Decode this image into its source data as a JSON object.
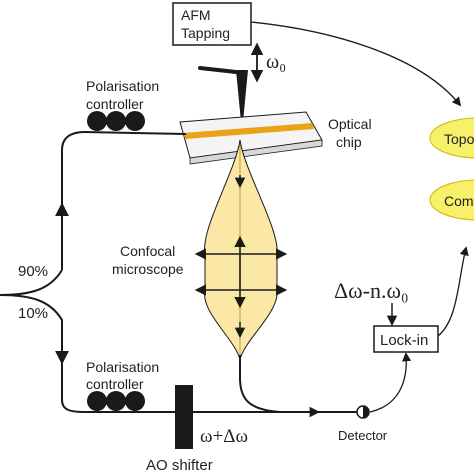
{
  "labels": {
    "afm_line1": "AFM",
    "afm_line2": "Tapping",
    "omega0": "ω₀",
    "pol_top_line1": "Polarisation",
    "pol_top_line2": "controller",
    "optical_line1": "Optical",
    "optical_line2": "chip",
    "pct_90": "90%",
    "pct_10": "10%",
    "confocal_line1": "Confocal",
    "confocal_line2": "microscope",
    "delta_formula": "Δω-n.ω₀",
    "lockin": "Lock-in",
    "pol_bottom_line1": "Polarisation",
    "pol_bottom_line2": "controller",
    "omega_shift": "ω+Δω",
    "detector": "Detector",
    "ao_shifter": "AO shifter",
    "ellipse_top": "Topo",
    "ellipse_bottom": "Com"
  },
  "colors": {
    "line": "#1a1a1a",
    "waveguide": "#e8a317",
    "beam_fill": "#fbe7a6",
    "ellipse_fill": "#f7f06a",
    "ellipse_stroke": "#c9b800",
    "chip_fill": "#f4f4f4"
  }
}
